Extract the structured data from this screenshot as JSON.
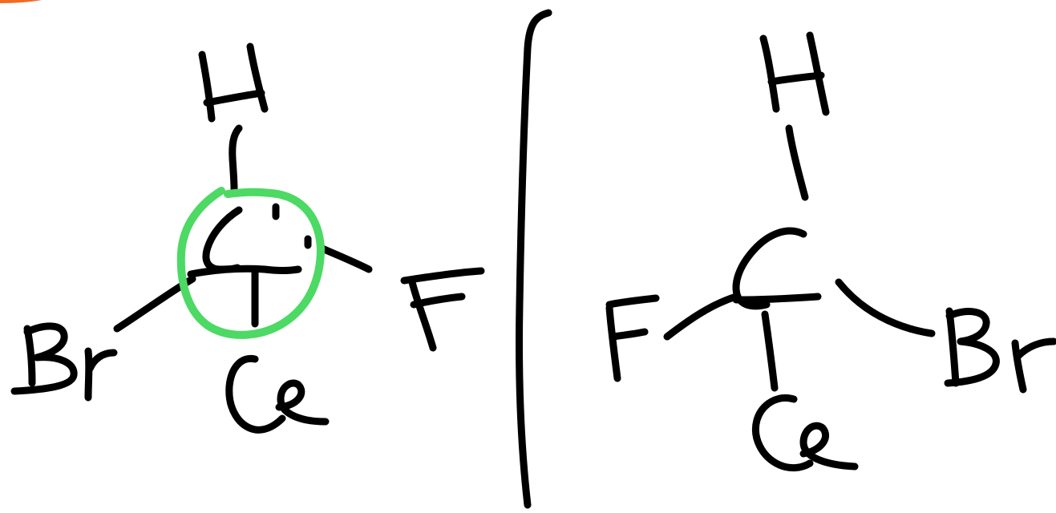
{
  "colors": {
    "ink": "#000000",
    "highlight": "#4CD964",
    "corner_accent": "#F26B21",
    "background": "#FFFFFF"
  },
  "left_molecule": {
    "center": "C",
    "top": "H",
    "left": "Br",
    "right": "F",
    "bottom": "Cl",
    "center_circled": true
  },
  "right_molecule": {
    "center": "C",
    "top": "H",
    "left": "F",
    "right": "Br",
    "bottom": "Cl"
  },
  "mirror_line": true
}
